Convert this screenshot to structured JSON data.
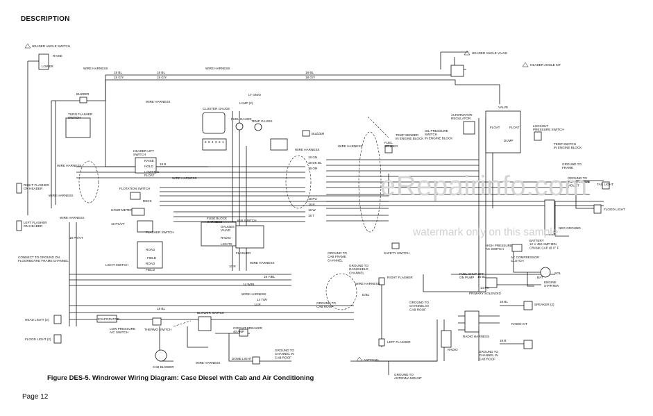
{
  "header": {
    "section": "DESCRIPTION"
  },
  "caption": "Figure DES-5.  Windrower Wiring Diagram:  Case Diesel with Cab and Air Conditioning",
  "page": "Page 12",
  "watermark": {
    "main": "eRepairinfo.com",
    "sub": "watermark only on this sample"
  },
  "labels": {
    "header_angle_switch": "HEADER ANGLE SWITCH",
    "raise": "RAISE",
    "lower": "LOWER",
    "header_angle_valve": "HEADER ANGLE VALVE",
    "header_angle_kit": "HEADER ANGLE KIT",
    "buzzer1": "BUZZER",
    "buzzer2": "BUZZER",
    "turn_flasher_switch": "TURN FLASHER\nSWITCH",
    "lamp": "LAMP (2)",
    "cluster_gauge": "CLUSTER GAUGE",
    "fuel_gauge": "FUEL GAUGE",
    "temp_gauge": "TEMP GAUGE",
    "header_lift_switch": "HEADER LIFT\nSWITCH",
    "raise2": "RAISE",
    "hold": "HOLD",
    "lower_float": "LOWER &\nFLOAT",
    "right_flasher_on_header": "RIGHT FLASHER\nON HEADER",
    "left_flasher_on_header": "LEFT FLASHER\nON HEADER",
    "connect_to_ground": "CONNECT TO GROUND ON\nFLOORBOARD FRAME CHANNEL",
    "flotation_switch": "FLOTATION SWITCH",
    "deck": "DECK",
    "hour_meter": "HOUR METER",
    "flasher_switch": "FLASHER SWITCH",
    "fuse_block_harness": "FUSE BLOCK\nHARNESS",
    "ign_switch": "IGN SWITCH",
    "gauges_valve": "GAUGES\nVALVE",
    "radio": "RADIO",
    "lights": "LIGHTS",
    "flasher": "FLASHER",
    "light_switch": "LIGHT SWITCH",
    "road": "ROAD",
    "field": "FIELD",
    "road2": "ROAD",
    "field2": "FIELD",
    "head_light": "HEAD LIGHT (2)",
    "flood_light_left": "FLOOD LIGHT (2)",
    "evaporator": "EVAPORATOR",
    "low_pressure_ac_switch": "LOW PRESSURE\nA/C SWITCH",
    "thermo_switch": "THERMO SWITCH",
    "blower_switch": "BLOWER SWITCH",
    "cab_blower": "CAB BLOWER",
    "circuit_breaker": "CIRCUIT BREAKER\n40 AMP",
    "dome_light": "DOME LIGHT",
    "ground_to_channel_cab_roof": "GROUND TO\nCHANNEL IN\nCAB ROOF",
    "ground_to_cab_roof": "GROUND TO\nCAB ROOF",
    "ground_to_cab_frame": "GROUND TO\nCAB FRAME\nCHANNEL",
    "ground_to_rainshield": "GROUND TO\nRAINSHIELD\nCHANNEL",
    "right_flasher": "RIGHT FLASHER",
    "left_flasher": "LEFT FLASHER",
    "ground_to_channel_cab_roof2": "GROUND TO\nCHANNEL IN\nCAB ROOF",
    "antenna": "ANTENNA",
    "ground_to_antenna_mount": "GROUND TO\nANTENNA MOUNT",
    "radio2": "RADIO",
    "radio_harness": "RADIO HARNESS",
    "radio_kit": "RADIO KIT",
    "speaker": "SPEAKER (2)",
    "fuel_sender": "FUEL\nSENDER",
    "temp_sender": "TEMP SENDER\nIN ENGINE BLOCK",
    "oil_pressure_switch": "OIL PRESSURE\nSWITCH\nIN ENGINE BLOCK",
    "alternator_regulator": "ALTERNATOR-\nREGULATOR",
    "valve": "VALVE",
    "float": "FLOAT",
    "float2": "FLOAT",
    "dump": "DUMP",
    "lockout_pressure_switch": "LOCKOUT\nPRESSURE SWITCH",
    "temp_switch_engine": "TEMP SWITCH\nIN ENGINE BLOCK",
    "ground_to_frame": "GROUND TO\nFRAME",
    "ground_to_rear_engine_mount": "GROUND TO\nREAR ENGINE\nMOUNT",
    "tail_light": "TAIL LIGHT",
    "flood_light_right": "FLOOD LIGHT",
    "neg_ground": "NEG GROUND",
    "safety_switch": "SAFETY SWITCH",
    "high_pressure_ac_switch": "HIGH PRESSURE\nAC SWITCH",
    "ac_compressor_clutch": "AC COMPRESSOR\nCLUTCH",
    "battery": "BATTERY\n12 V  450 AMP MIN\nCRANK CAP @ 0° F",
    "fuel_shut_off": "FUEL SHUT OFF\nON PUMP",
    "primary_solenoid": "PRIMARY SOLENOID",
    "bat": "BAT",
    "sol": "SOL",
    "engine_starter": "ENGINE\nSTARTER",
    "wire_harness": "WIRE HARNESS"
  },
  "wire_codes": {
    "bl": "18 BL",
    "gy": "18 G/Y",
    "b": "18 B",
    "ltgn": "LT GN/O",
    "pkvt": "18 PK/VT",
    "gn": "18 GN",
    "dkbl": "18 DK BL",
    "or": "18 OR",
    "pu": "18 PU",
    "r": "18 R",
    "w": "18 W",
    "t": "18 T",
    "ybl": "18 Y/BL",
    "wbl": "14 W/BL",
    "tw": "14 T/W",
    "r10": "10 R",
    "r14": "14 R",
    "bl16": "16 BL",
    "pk": "14 PK",
    "db": "D/BL"
  },
  "connector_pins": [
    "6",
    "5",
    "4",
    "3",
    "2",
    "1"
  ]
}
